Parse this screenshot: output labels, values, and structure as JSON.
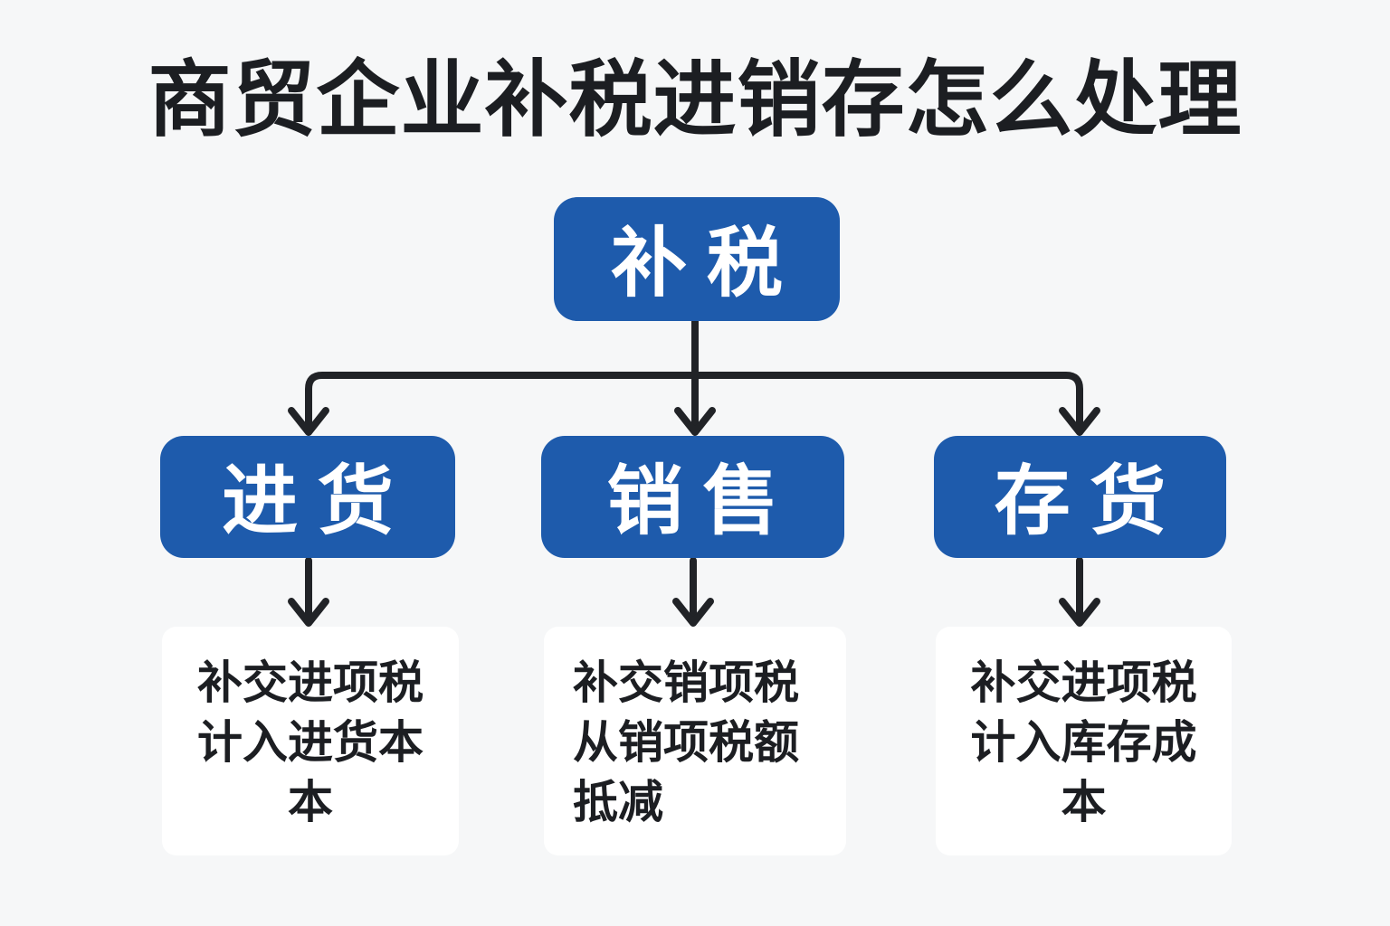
{
  "title": "商贸企业补税进销存怎么处理",
  "colors": {
    "page_bg": "#f6f7f8",
    "node_blue": "#1e5bac",
    "node_text": "#ffffff",
    "line": "#212327",
    "card_bg": "#ffffff",
    "card_text": "#1c1e22",
    "title_text": "#1c1e22"
  },
  "root": {
    "label": "补税"
  },
  "branches": [
    {
      "label": "进货",
      "detail_lines": [
        "补交进项税",
        "计入进货本",
        "本"
      ]
    },
    {
      "label": "销售",
      "detail_lines": [
        "补交销项税",
        "从销项税额",
        "抵减"
      ]
    },
    {
      "label": "存货",
      "detail_lines": [
        "补交进项税",
        "计入库存成",
        "本"
      ]
    }
  ]
}
